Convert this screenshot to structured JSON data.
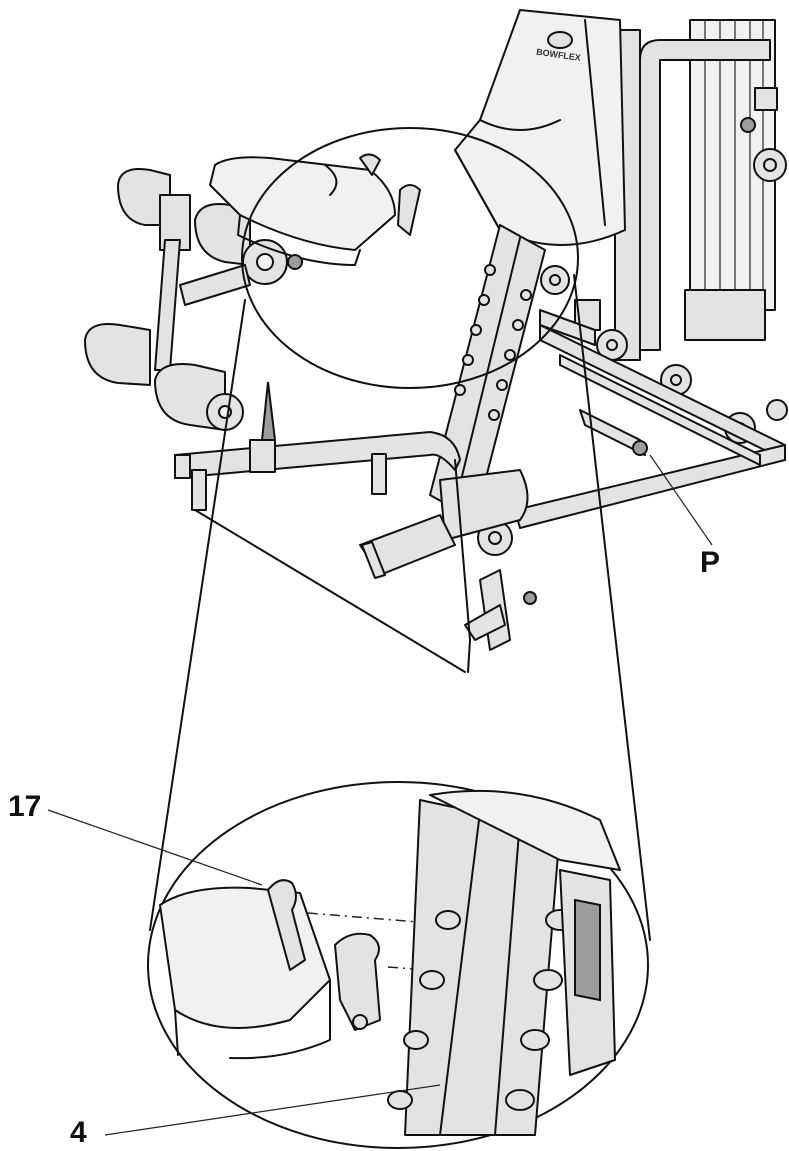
{
  "figure": {
    "callouts": {
      "part_17": "17",
      "part_4": "4",
      "part_p": "P"
    },
    "logo_text": "BOWFLEX",
    "colors": {
      "line": "#111111",
      "fill": "#e3e3e3",
      "dark_fill": "#9c9c9c",
      "background": "#ffffff"
    }
  }
}
